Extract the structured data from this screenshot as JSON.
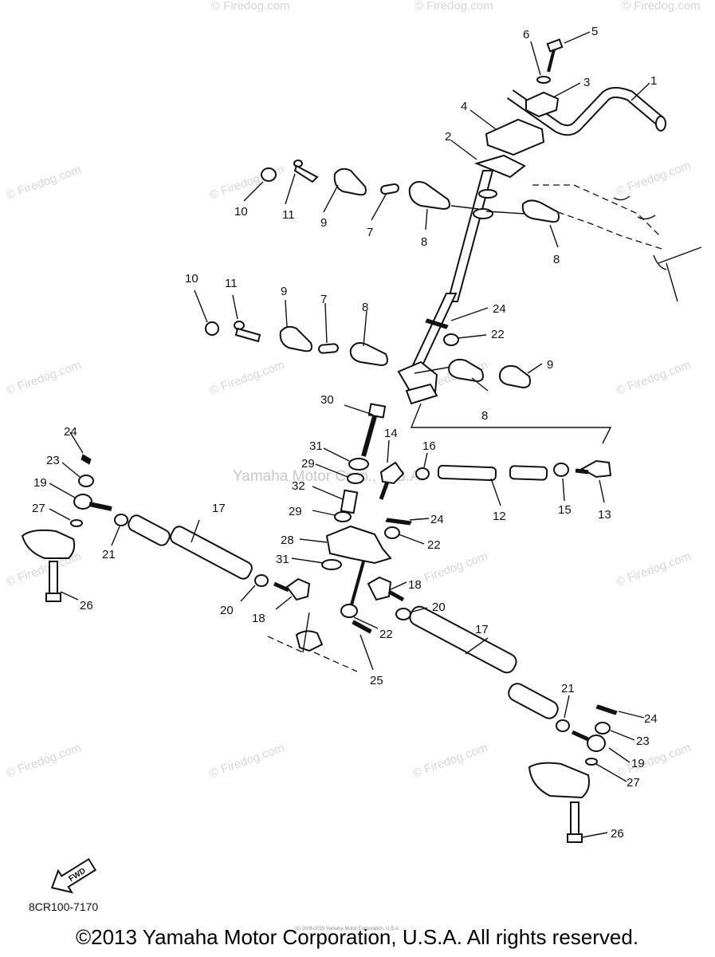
{
  "watermark": "© Firedog.com",
  "center_watermark": "Yamaha Motor Corp., U.S.A.",
  "fwd_label": "FWD",
  "diagram_code": "8CR100-7170",
  "tiny_print": "(c) 2009-2015 Yamaha Motor Corporation, U.S.A.",
  "copyright": "©2013 Yamaha Motor Corporation, U.S.A. All rights reserved.",
  "callouts": [
    "1",
    "5",
    "6",
    "3",
    "4",
    "2",
    "10",
    "11",
    "9",
    "7",
    "8",
    "8",
    "10",
    "11",
    "9",
    "7",
    "8",
    "24",
    "22",
    "9",
    "8",
    "30",
    "14",
    "16",
    "24",
    "31",
    "29",
    "32",
    "29",
    "12",
    "15",
    "13",
    "23",
    "19",
    "27",
    "17",
    "24",
    "28",
    "22",
    "21",
    "31",
    "18",
    "20",
    "20",
    "18",
    "22",
    "25",
    "17",
    "26",
    "21",
    "24",
    "23",
    "19",
    "27",
    "26"
  ]
}
